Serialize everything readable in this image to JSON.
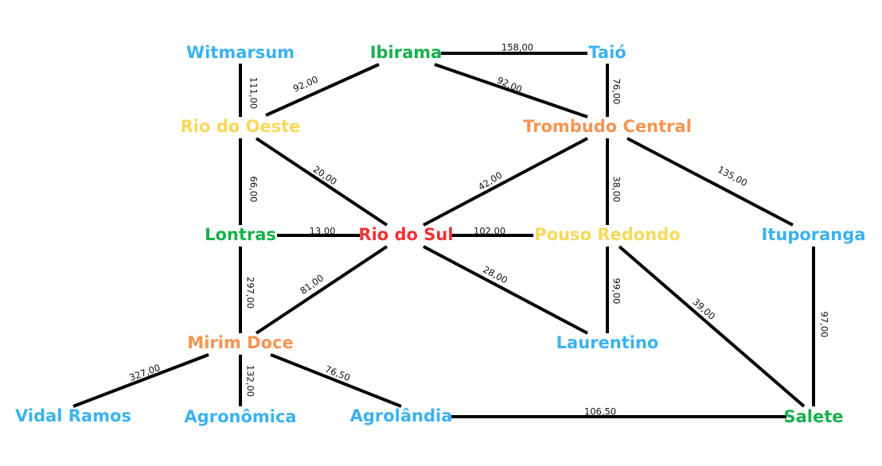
{
  "colors": {
    "blue": "#3bb2f0",
    "green": "#18b04f",
    "yellow": "#f7d95a",
    "orange": "#f79453",
    "red": "#ee3234",
    "edge": "#000000"
  },
  "nodes": [
    {
      "id": "witmarsum",
      "label": "Witmarsum",
      "color": "blue"
    },
    {
      "id": "ibirama",
      "label": "Ibirama",
      "color": "green"
    },
    {
      "id": "taio",
      "label": "Taió",
      "color": "blue"
    },
    {
      "id": "rio-do-oeste",
      "label": "Rio do Oeste",
      "color": "yellow"
    },
    {
      "id": "trombudo-central",
      "label": "Trombudo Central",
      "color": "orange"
    },
    {
      "id": "lontras",
      "label": "Lontras",
      "color": "green"
    },
    {
      "id": "rio-do-sul",
      "label": "Rio do Sul",
      "color": "red"
    },
    {
      "id": "pouso-redondo",
      "label": "Pouso Redondo",
      "color": "yellow"
    },
    {
      "id": "ituporanga",
      "label": "Ituporanga",
      "color": "blue"
    },
    {
      "id": "mirim-doce",
      "label": "Mirim Doce",
      "color": "orange"
    },
    {
      "id": "laurentino",
      "label": "Laurentino",
      "color": "blue"
    },
    {
      "id": "vidal-ramos",
      "label": "Vidal Ramos",
      "color": "blue"
    },
    {
      "id": "agronomica",
      "label": "Agronômica",
      "color": "blue"
    },
    {
      "id": "agrolandia",
      "label": "Agrolândia",
      "color": "blue"
    },
    {
      "id": "salete",
      "label": "Salete",
      "color": "green"
    }
  ],
  "edges": [
    {
      "from": "ibirama",
      "to": "taio",
      "weight": "158,00"
    },
    {
      "from": "witmarsum",
      "to": "rio-do-oeste",
      "weight": "111,00"
    },
    {
      "from": "ibirama",
      "to": "rio-do-oeste",
      "weight": "92,00"
    },
    {
      "from": "ibirama",
      "to": "trombudo-central",
      "weight": "92,00"
    },
    {
      "from": "taio",
      "to": "trombudo-central",
      "weight": "76,00"
    },
    {
      "from": "rio-do-oeste",
      "to": "lontras",
      "weight": "66,00"
    },
    {
      "from": "rio-do-oeste",
      "to": "rio-do-sul",
      "weight": "20,00"
    },
    {
      "from": "trombudo-central",
      "to": "rio-do-sul",
      "weight": "42,00"
    },
    {
      "from": "trombudo-central",
      "to": "pouso-redondo",
      "weight": "38,00"
    },
    {
      "from": "trombudo-central",
      "to": "ituporanga",
      "weight": "135,00"
    },
    {
      "from": "lontras",
      "to": "rio-do-sul",
      "weight": "13,00"
    },
    {
      "from": "rio-do-sul",
      "to": "pouso-redondo",
      "weight": "102,00"
    },
    {
      "from": "lontras",
      "to": "mirim-doce",
      "weight": "297,00"
    },
    {
      "from": "rio-do-sul",
      "to": "mirim-doce",
      "weight": "81,00"
    },
    {
      "from": "rio-do-sul",
      "to": "laurentino",
      "weight": "28,00"
    },
    {
      "from": "pouso-redondo",
      "to": "laurentino",
      "weight": "99,00"
    },
    {
      "from": "pouso-redondo",
      "to": "salete",
      "weight": "39,00"
    },
    {
      "from": "ituporanga",
      "to": "salete",
      "weight": "97,00"
    },
    {
      "from": "mirim-doce",
      "to": "vidal-ramos",
      "weight": "327,00"
    },
    {
      "from": "mirim-doce",
      "to": "agronomica",
      "weight": "132,00"
    },
    {
      "from": "mirim-doce",
      "to": "agrolandia",
      "weight": "76,50"
    },
    {
      "from": "agrolandia",
      "to": "salete",
      "weight": "106,50"
    }
  ]
}
